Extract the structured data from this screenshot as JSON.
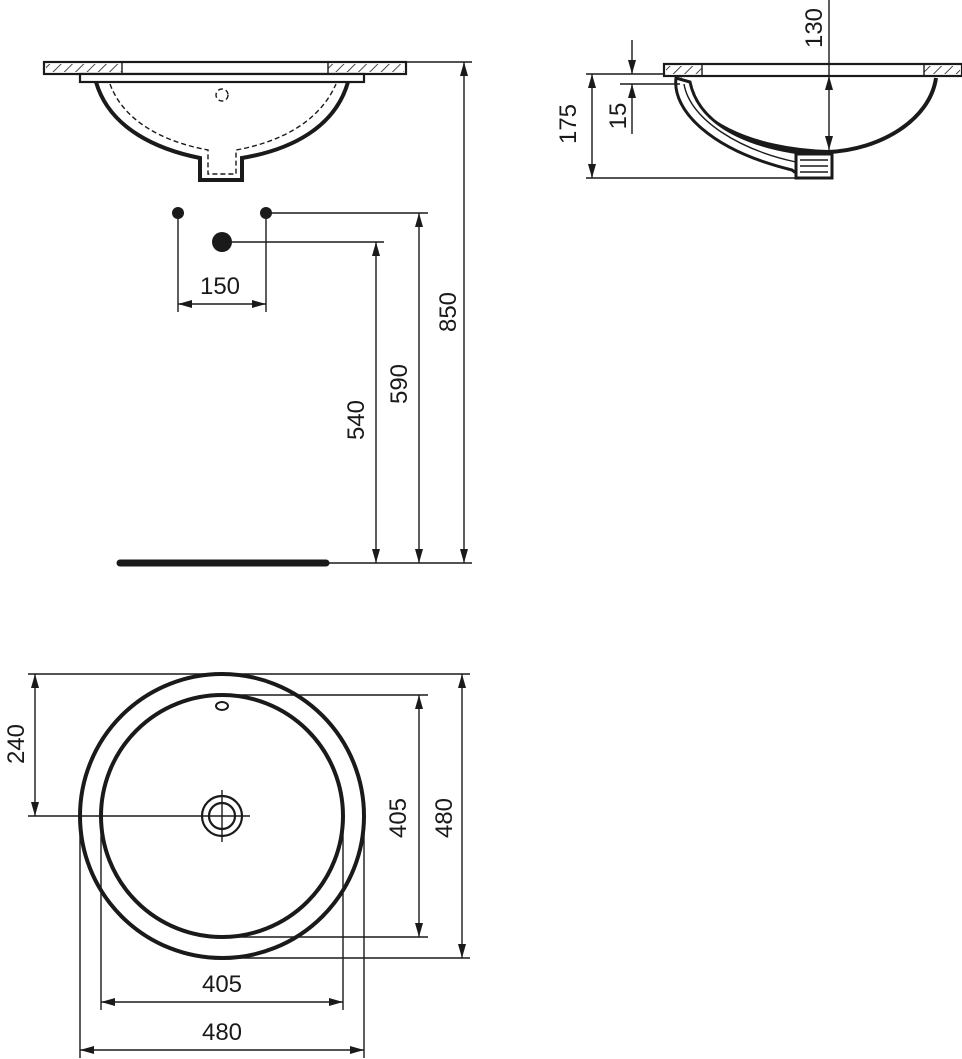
{
  "front_view": {
    "tap_spacing": "150",
    "waste_height": "540",
    "tap_height": "590",
    "rim_height": "850"
  },
  "side_view": {
    "bowl_depth": "130",
    "rim_thickness": "15",
    "total_depth": "175"
  },
  "plan_view": {
    "center_offset": "240",
    "inner_diameter_v": "405",
    "outer_diameter_v": "480",
    "inner_diameter_h": "405",
    "outer_diameter_h": "480"
  },
  "colors": {
    "line": "#1a1a1a",
    "background": "#ffffff"
  }
}
